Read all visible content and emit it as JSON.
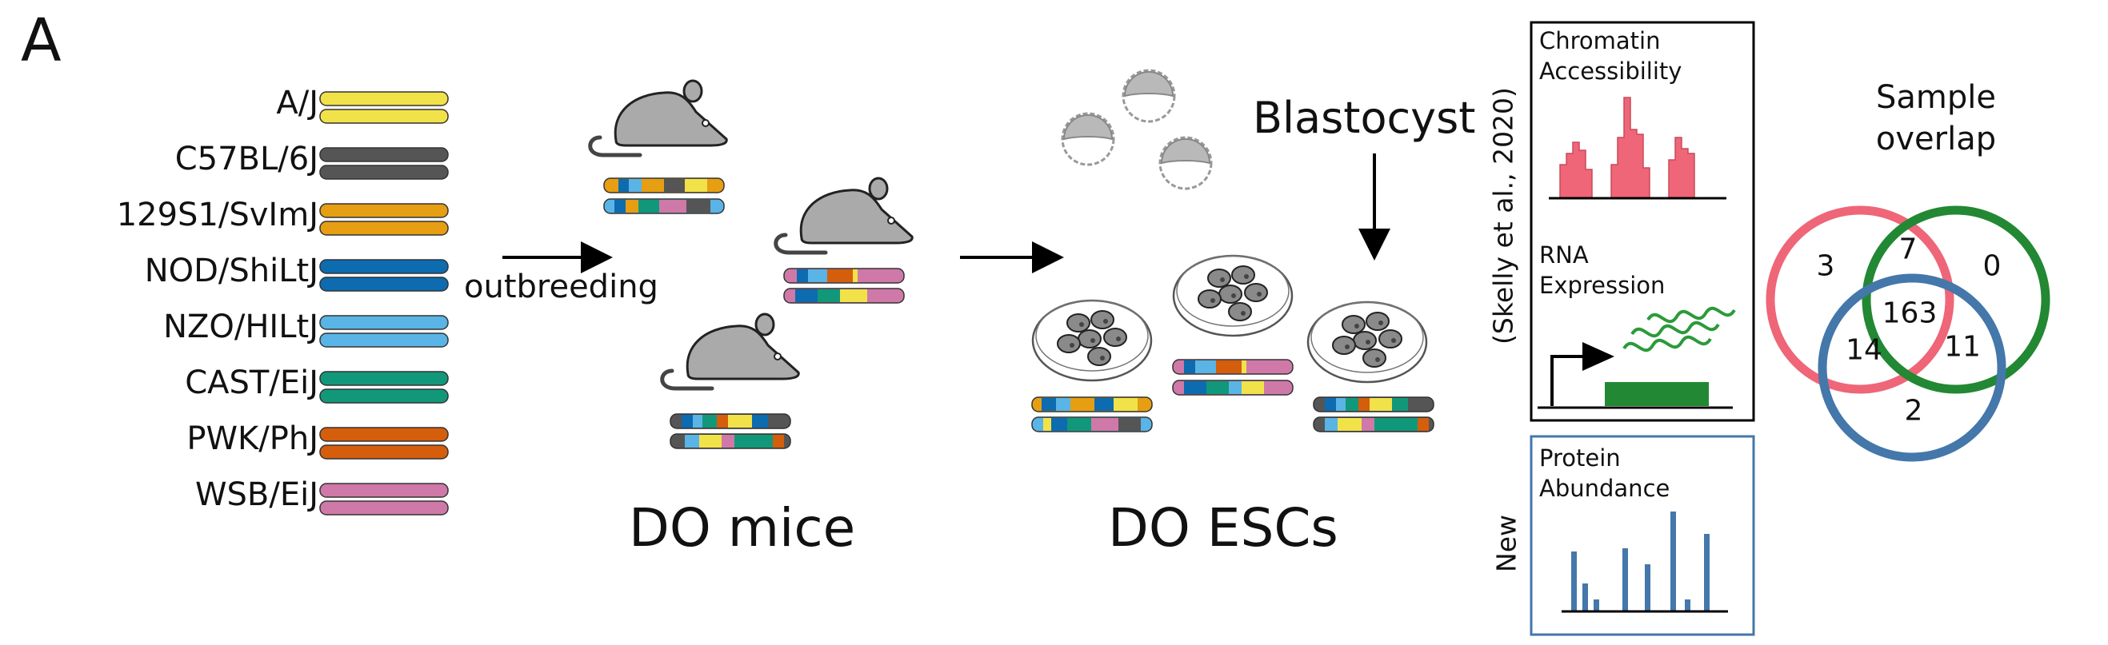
{
  "panel_letter": "A",
  "strains": [
    {
      "name": "A/J",
      "color": "#f2e24a"
    },
    {
      "name": "C57BL/6J",
      "color": "#555555"
    },
    {
      "name": "129S1/SvImJ",
      "color": "#e69e13"
    },
    {
      "name": "NOD/ShiLtJ",
      "color": "#0d6bb0"
    },
    {
      "name": "NZO/HILtJ",
      "color": "#5ab4e5"
    },
    {
      "name": "CAST/EiJ",
      "color": "#11987a"
    },
    {
      "name": "PWK/PhJ",
      "color": "#d45e0c"
    },
    {
      "name": "WSB/EiJ",
      "color": "#cf79a8"
    }
  ],
  "outbreeding_label": "outbreeding",
  "do_mice_label": "DO mice",
  "do_escs_label": "DO ESCs",
  "blastocyst_label": "Blastocyst",
  "skelly_label": "(Skelly et al., 2020)",
  "chromatin_box": {
    "line1": "Chromatin",
    "line2": "Accessibility"
  },
  "rna_box": {
    "line1": "RNA",
    "line2": "Expression"
  },
  "protein_box": {
    "line1": "Protein",
    "line2": "Abundance"
  },
  "new_label": "New",
  "venn": {
    "title_line1": "Sample",
    "title_line2": "overlap",
    "colors": {
      "red": "#ee6677",
      "green": "#228833",
      "blue": "#4477aa"
    },
    "counts": {
      "red_only": "3",
      "red_green": "7",
      "green_only": "0",
      "all_three": "163",
      "red_blue": "14",
      "green_blue": "11",
      "blue_only": "2"
    }
  }
}
